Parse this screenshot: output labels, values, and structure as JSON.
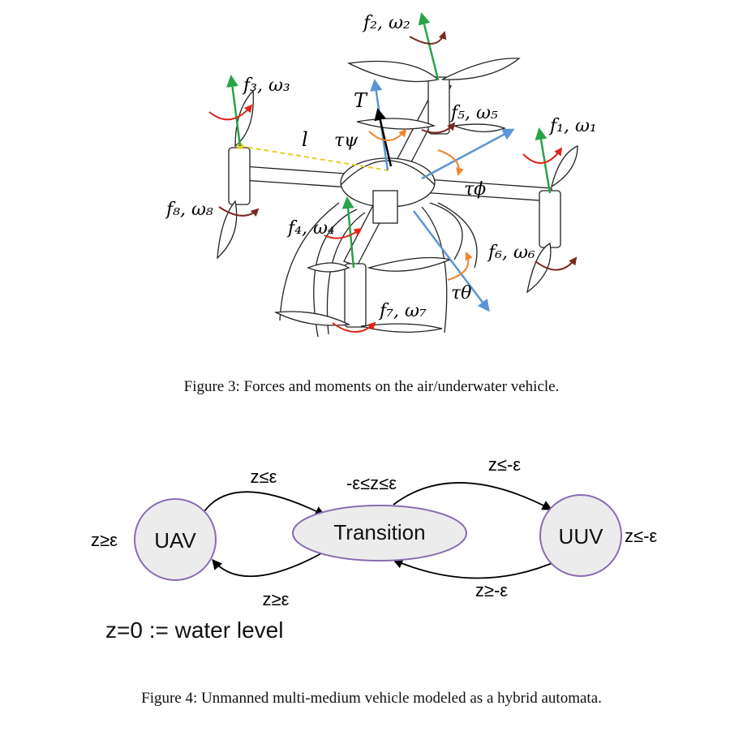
{
  "figure3": {
    "caption": "Figure 3: Forces and moments on the air/underwater vehicle.",
    "labels": {
      "f1": "f₁, ω₁",
      "f2": "f₂, ω₂",
      "f3": "f₃, ω₃",
      "f4": "f₄, ω₄",
      "f5": "f₅, ω₅",
      "f6": "f₆, ω₆",
      "f7": "f₇, ω₇",
      "f8": "f₈, ω₈",
      "thrust": "T",
      "arm": "l",
      "tau_psi": "τψ",
      "tau_phi": "τϕ",
      "tau_theta": "τθ"
    }
  },
  "figure4": {
    "caption": "Figure 4: Unmanned multi-medium vehicle modeled as a hybrid automata.",
    "states": {
      "uav": "UAV",
      "transition": "Transition",
      "uuv": "UUV"
    },
    "guards": {
      "uav_to_transition": "z≤ε",
      "transition_to_uav": "z≥ε",
      "transition_self": "-ε≤z≤ε",
      "transition_to_uuv": "z≤-ε",
      "uuv_to_transition": "z≥-ε",
      "uav_self": "z≥ε",
      "uuv_self": "z≤-ε"
    },
    "note": "z=0 := water level",
    "colors": {
      "state_fill": "#ececec",
      "state_stroke": "#8a6cb0"
    }
  }
}
